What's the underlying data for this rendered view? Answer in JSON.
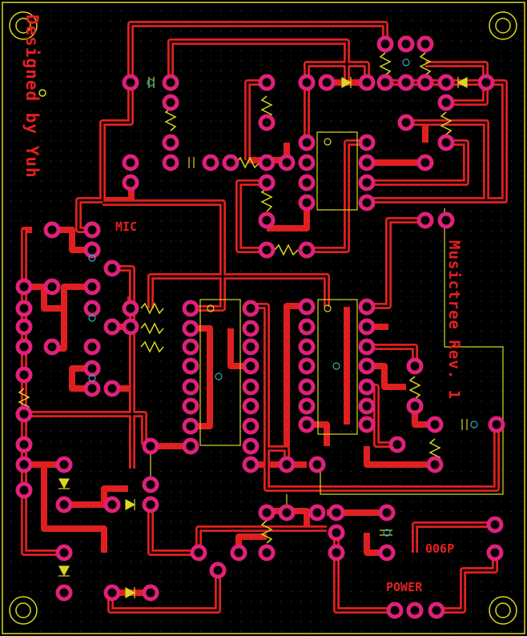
{
  "board": {
    "designer_text": "Designed by Yuh",
    "title_text": "Musictree Rev. 1",
    "mic_label": "MIC",
    "ic_label": "006P",
    "power_label": "POWER"
  },
  "colors": {
    "background": "#000000",
    "trace": "#e02020",
    "pad": "#e0207a",
    "silkscreen": "#e8e830",
    "grid": "#2a2a2a",
    "via": "#30b0b0"
  }
}
